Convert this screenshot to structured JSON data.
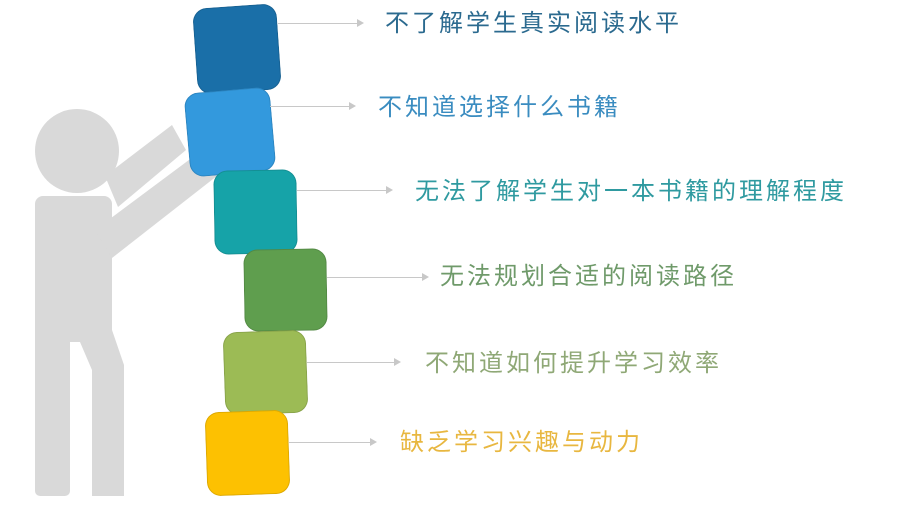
{
  "diagram": {
    "type": "stacked-blocks-person",
    "figure": {
      "icon": "person-stacking-blocks-icon",
      "color": "#d9d9d9"
    },
    "items": [
      {
        "label": "不了解学生真实阅读水平",
        "block_color": "#1a6fa8",
        "text_color": "#2b6a8f"
      },
      {
        "label": "不知道选择什么书籍",
        "block_color": "#3399dd",
        "text_color": "#3a8cc0"
      },
      {
        "label": "无法了解学生对一本书籍的理解程度",
        "block_color": "#16a3a8",
        "text_color": "#2f9aa0"
      },
      {
        "label": "无法规划合适的阅读路径",
        "block_color": "#5f9e4e",
        "text_color": "#6f9a6a"
      },
      {
        "label": "不知道如何提升学习效率",
        "block_color": "#9cbb55",
        "text_color": "#8fa876"
      },
      {
        "label": "缺乏学习兴趣与动力",
        "block_color": "#fdc101",
        "text_color": "#e8b740"
      }
    ]
  }
}
